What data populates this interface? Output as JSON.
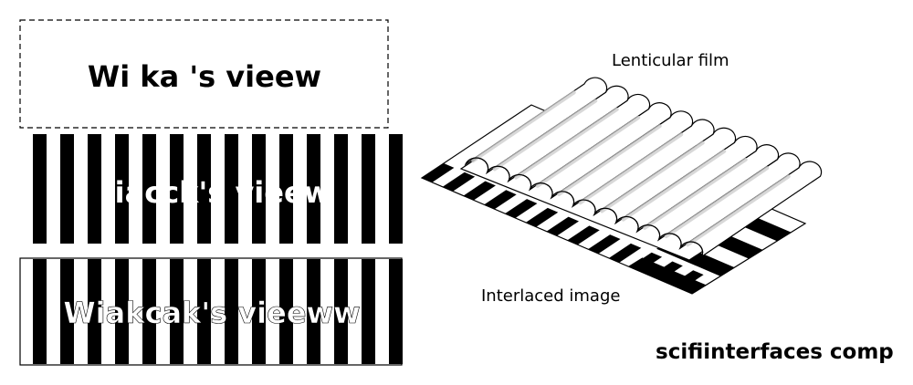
{
  "panels": {
    "top": {
      "text": "Wi ka 's vieew"
    },
    "middle": {
      "text": "Jiacck's vieew"
    },
    "bottom": {
      "text": "Wiakcak's vieeww"
    }
  },
  "labels": {
    "lenticular_film": "Lenticular film",
    "interlaced_image": "Interlaced image",
    "credit": "scifiinterfaces comp"
  },
  "colors": {
    "ink": "#000000",
    "paper": "#ffffff",
    "shade": "#cfcfcf"
  }
}
